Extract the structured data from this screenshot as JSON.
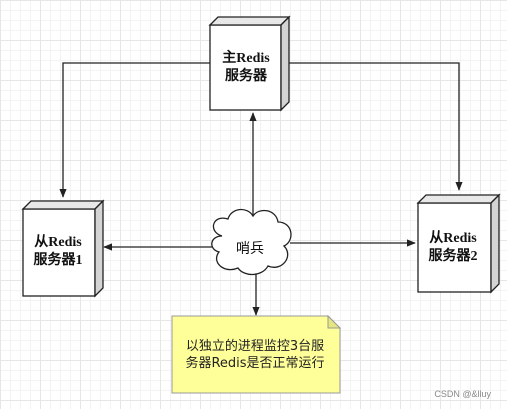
{
  "nodes": {
    "master": {
      "line1": "主Redis",
      "line2": "服务器"
    },
    "slave1": {
      "line1": "从Redis",
      "line2": "服务器1"
    },
    "slave2": {
      "line1": "从Redis",
      "line2": "服务器2"
    }
  },
  "sentinel": {
    "label": "哨兵"
  },
  "note": {
    "line1": "以独立的进程监控3台服",
    "line2": "务器Redis是否正常运行",
    "color": "#ffff99"
  },
  "watermark": "CSDN @&lluy"
}
